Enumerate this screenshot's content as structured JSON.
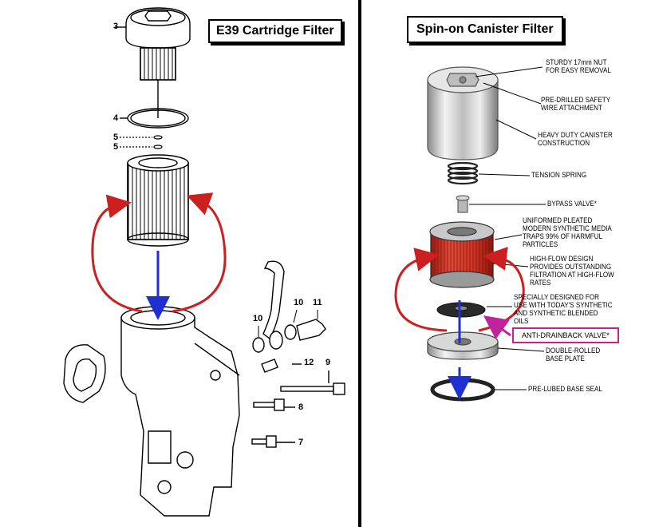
{
  "left_panel": {
    "title": "E39 Cartridge Filter",
    "part_numbers": {
      "p3": "3",
      "p4": "4",
      "p5a": "5",
      "p5b": "5",
      "p10a": "10",
      "p10b": "10",
      "p11": "11",
      "p12": "12",
      "p9": "9",
      "p8": "8",
      "p7": "7"
    }
  },
  "right_panel": {
    "title": "Spin-on Canister Filter",
    "labels": {
      "nut": "STURDY 17mm NUT\nFOR EASY REMOVAL",
      "wire": "PRE-DRILLED SAFETY\nWIRE ATTACHMENT",
      "canister": "HEAVY DUTY CANISTER\nCONSTRUCTION",
      "spring": "TENSION SPRING",
      "bypass": "BYPASS VALVE*",
      "media": "UNIFORMED PLEATED\nMODERN SYNTHETIC MEDIA\nTRAPS 99% OF HARMFUL\nPARTICLES",
      "highflow": "HIGH-FLOW DESIGN\nPROVIDES OUTSTANDING\nFILTRATION AT HIGH-FLOW\nRATES",
      "synthetic": "SPECIALLY DESIGNED FOR\nUSE WITH TODAY'S SYNTHETIC\nAND SYNTHETIC BLENDED\nOILS",
      "antidrain": "ANTI-DRAINBACK VALVE*",
      "baseplate": "DOUBLE-ROLLED\nBASE PLATE",
      "seal": "PRE-LUBED BASE SEAL"
    }
  },
  "colors": {
    "flow_red": "#cc1f1f",
    "flow_blue": "#1f2fd0",
    "highlight_magenta": "#c0239a",
    "filter_red": "#d23a2a",
    "chrome": "#c8c8c8"
  }
}
